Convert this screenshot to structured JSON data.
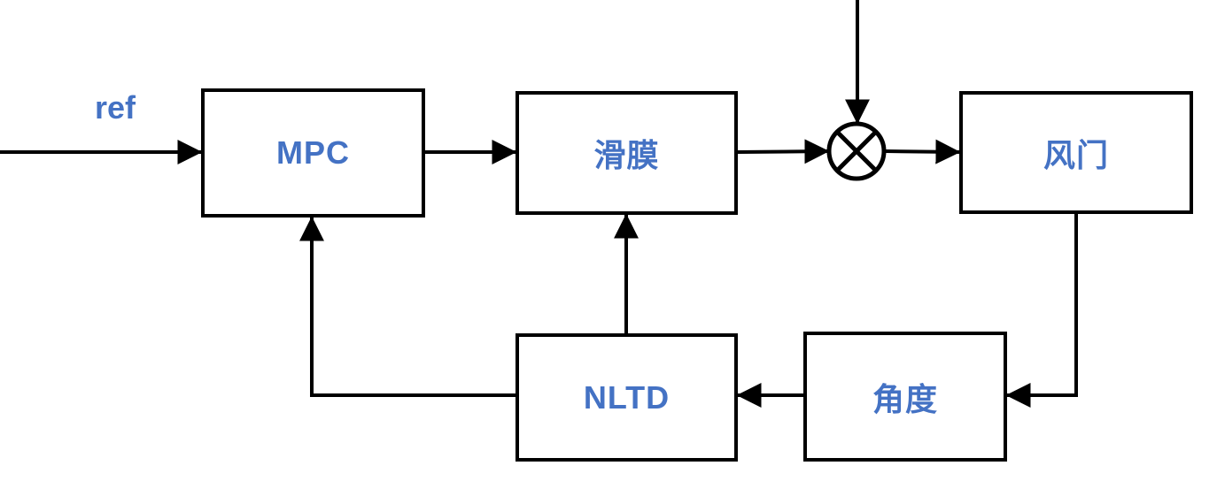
{
  "diagram": {
    "type": "control-system-block-diagram",
    "blocks": {
      "mpc": {
        "label": "MPC"
      },
      "huamo": {
        "label": "滑膜"
      },
      "fengmen": {
        "label": "风门"
      },
      "nltd": {
        "label": "NLTD"
      },
      "jiaodu": {
        "label": "角度"
      }
    },
    "labels": {
      "ref": "ref"
    },
    "junction": {
      "icon": "multiply-junction-icon",
      "symbol": "⊗",
      "description": "circle with inscribed X where disturbance line from top joins the forward path"
    },
    "connections": [
      {
        "from": "ref-input-left-edge",
        "to": "mpc"
      },
      {
        "from": "mpc",
        "to": "huamo"
      },
      {
        "from": "huamo",
        "to": "multiply-junction"
      },
      {
        "from": "top-edge-disturbance",
        "to": "multiply-junction"
      },
      {
        "from": "multiply-junction",
        "to": "fengmen"
      },
      {
        "from": "fengmen",
        "to": "jiaodu"
      },
      {
        "from": "jiaodu",
        "to": "nltd"
      },
      {
        "from": "nltd",
        "to": "huamo"
      },
      {
        "from": "nltd",
        "to": "mpc"
      }
    ],
    "colors": {
      "label_text": "#4472C4",
      "line": "#000000",
      "background": "#ffffff"
    }
  }
}
